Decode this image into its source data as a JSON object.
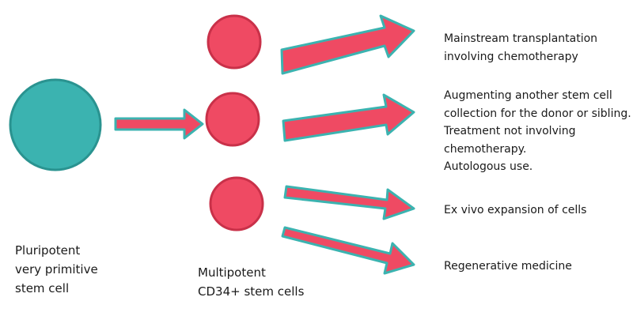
{
  "colors": {
    "teal": "#3bb3b0",
    "teal_dark": "#2a9390",
    "pink": "#ef4a63",
    "pink_dark": "#c93149"
  },
  "pluripotent": {
    "lines": [
      "Pluripotent",
      "very primitive",
      "stem cell"
    ]
  },
  "multipotent": {
    "lines": [
      "Multipotent",
      "CD34+ stem cells"
    ]
  },
  "outcomes": [
    {
      "lines": [
        "Mainstream transplantation",
        "involving chemotherapy"
      ]
    },
    {
      "lines": [
        "Augmenting another stem cell",
        "collection for the donor or sibling.",
        "Treatment not involving",
        "chemotherapy.",
        "Autologous use."
      ]
    },
    {
      "lines": [
        "Ex vivo expansion of cells"
      ]
    },
    {
      "lines": [
        "Regenerative medicine"
      ]
    }
  ]
}
